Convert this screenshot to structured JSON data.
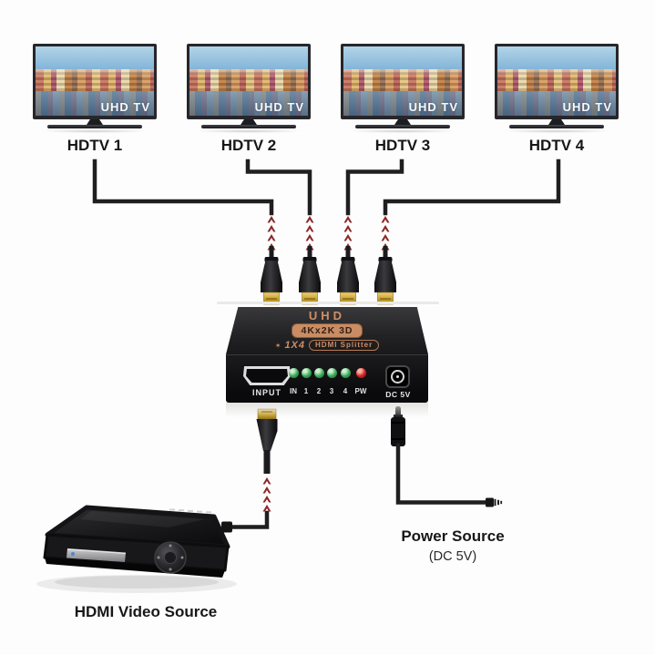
{
  "tvs": [
    {
      "label": "HDTV 1",
      "screen_brand": "UHD TV"
    },
    {
      "label": "HDTV 2",
      "screen_brand": "UHD TV"
    },
    {
      "label": "HDTV 3",
      "screen_brand": "UHD TV"
    },
    {
      "label": "HDTV 4",
      "screen_brand": "UHD TV"
    }
  ],
  "splitter": {
    "title": "UHD",
    "badge": "4Kx2K 3D",
    "star": "✶",
    "ratio": "1X4",
    "product": "HDMI Splitter",
    "input_label": "INPUT",
    "led_labels": [
      "IN",
      "1",
      "2",
      "3",
      "4",
      "PW"
    ],
    "dc_label": "DC 5V"
  },
  "source": {
    "label": "HDMI Video Source"
  },
  "power": {
    "label": "Power Source",
    "sublabel": "(DC 5V)"
  },
  "colors": {
    "accent_orange": "#cf8f66",
    "cable_black": "#1f1f1f",
    "chevron_red": "#8e2626",
    "led_green": "#2f9e4f",
    "led_red": "#d02020",
    "hdmi_gold": "#c9a22e"
  }
}
